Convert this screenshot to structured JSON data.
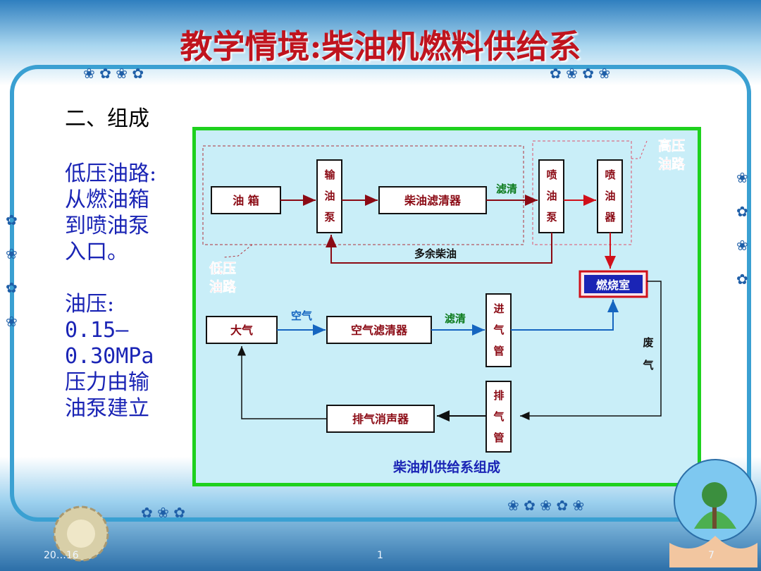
{
  "title": "教学情境:柴油机燃料供给系",
  "heading": "二、组成",
  "body_lines": [
    "低压油路:",
    "从燃油箱",
    "到喷油泵",
    "入口。",
    "",
    "油压:",
    "0.15—",
    "0.30MPa",
    "压力由输",
    "油泵建立"
  ],
  "diagram": {
    "fuel_tank": "油 箱",
    "feed_pump": [
      "输",
      "油",
      "泵"
    ],
    "diesel_filter": "柴油滤清器",
    "filtered_label_1": "滤清",
    "injection_pump": [
      "喷",
      "油",
      "泵"
    ],
    "injector": [
      "喷",
      "油",
      "器"
    ],
    "excess_fuel": "多余柴油",
    "high_pressure": [
      "高压",
      "油路"
    ],
    "low_pressure": [
      "低压",
      "油路"
    ],
    "combustion_chamber": "燃烧室",
    "atmosphere": "大气",
    "air_label": "空气",
    "air_filter": "空气滤清器",
    "filtered_label_2": "滤清",
    "intake_pipe": [
      "进",
      "气",
      "管"
    ],
    "exhaust_gas": [
      "废",
      "气"
    ],
    "exhaust_pipe": [
      "排",
      "气",
      "管"
    ],
    "muffler": "排气消声器",
    "caption": "柴油机供给系组成"
  },
  "footer": {
    "date": "20…16",
    "center": "1",
    "page": "7"
  },
  "colors": {
    "title": "#c0141e",
    "body_text": "#1a24b5",
    "panel_bg": "#c9eef8",
    "panel_border": "#1ed11e",
    "box_text": "#8b0a14",
    "blue_arrow": "#1565c0",
    "red_arrow": "#d0101a"
  }
}
